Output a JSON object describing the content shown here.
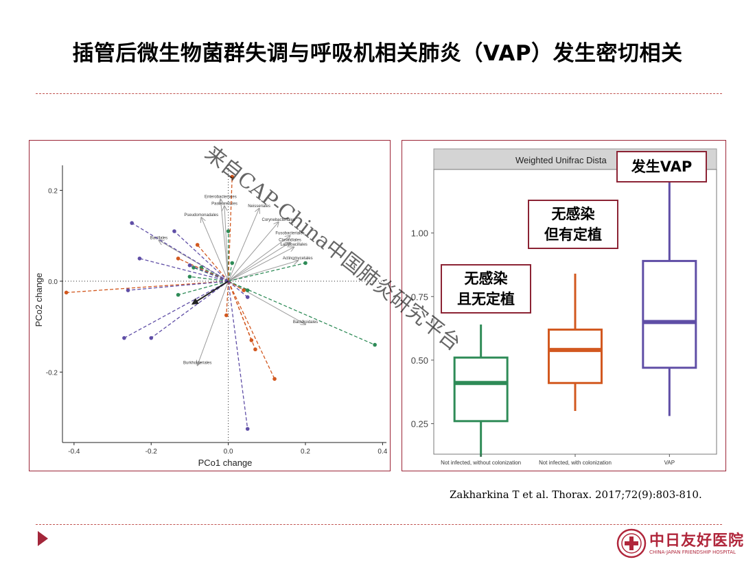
{
  "slide": {
    "title": "插管后微生物菌群失调与呼吸机相关肺炎（VAP）发生密切相关",
    "reference": "Zakharkina T et al. Thorax. 2017;72(9):803-810.",
    "watermark": "来自CAP-China中国肺炎研究平台",
    "logo_cn": "中日友好医院",
    "logo_en": "CHINA-JAPAN FRIENDSHIP HOSPITAL",
    "accent_color": "#a3263a"
  },
  "callouts": {
    "none": [
      "无感染",
      "且无定植"
    ],
    "colonized": [
      "无感染",
      "但有定植"
    ],
    "vap": "发生VAP"
  },
  "chart_data": [
    {
      "type": "scatter",
      "title": "",
      "xlabel": "PCo1 change",
      "ylabel": "PCo2 change",
      "xlim": [
        -0.43,
        0.41
      ],
      "ylim": [
        -0.355,
        0.255
      ],
      "xticks": [
        -0.4,
        -0.2,
        0.0,
        0.2,
        0.4
      ],
      "yticks": [
        0.2,
        0.0,
        -0.2
      ],
      "xtick_labels": [
        "-0.4",
        "-0.2",
        "0.0",
        "0.2",
        "0.4"
      ],
      "ytick_labels": [
        "0.2",
        "0.0",
        "-0.2"
      ],
      "reference_lines": {
        "x": 0,
        "y": 0
      },
      "series": [
        {
          "color": "#2e8b57",
          "points": [
            [
              0.0,
              0.11
            ],
            [
              0.01,
              0.04
            ],
            [
              -0.07,
              0.03
            ],
            [
              0.2,
              0.04
            ],
            [
              -0.1,
              0.01
            ],
            [
              0.05,
              -0.02
            ],
            [
              -0.13,
              -0.03
            ],
            [
              0.38,
              -0.14
            ],
            [
              -0.09,
              0.03
            ]
          ]
        },
        {
          "color": "#d2581f",
          "points": [
            [
              0.01,
              0.23
            ],
            [
              -0.08,
              0.08
            ],
            [
              -0.13,
              0.05
            ],
            [
              -0.42,
              -0.025
            ],
            [
              -0.005,
              -0.075
            ],
            [
              0.07,
              -0.15
            ],
            [
              0.12,
              -0.215
            ],
            [
              0.06,
              -0.13
            ],
            [
              0.04,
              -0.02
            ]
          ]
        },
        {
          "color": "#5f4ea6",
          "points": [
            [
              -0.25,
              0.128
            ],
            [
              -0.14,
              0.11
            ],
            [
              -0.23,
              0.05
            ],
            [
              -0.26,
              -0.02
            ],
            [
              -0.27,
              -0.125
            ],
            [
              -0.2,
              -0.125
            ],
            [
              0.05,
              -0.325
            ],
            [
              0.05,
              -0.035
            ],
            [
              -0.1,
              0.035
            ]
          ]
        }
      ],
      "loadings": [
        {
          "label": "Enterobacteriales",
          "x": -0.02,
          "y": 0.18
        },
        {
          "label": "Pasteurellales",
          "x": -0.01,
          "y": 0.165
        },
        {
          "label": "Neisseriales",
          "x": 0.08,
          "y": 0.16
        },
        {
          "label": "Pseudomonadales",
          "x": -0.07,
          "y": 0.14
        },
        {
          "label": "Corynebacteriales",
          "x": 0.13,
          "y": 0.13
        },
        {
          "label": "Fusobacteriales",
          "x": 0.16,
          "y": 0.1
        },
        {
          "label": "Bacillales",
          "x": -0.18,
          "y": 0.09
        },
        {
          "label": "Clostridiales",
          "x": 0.16,
          "y": 0.085
        },
        {
          "label": "Lactobacillales",
          "x": 0.17,
          "y": 0.075
        },
        {
          "label": "Actinomycetales",
          "x": 0.18,
          "y": 0.045
        },
        {
          "label": "Bacteroidales",
          "x": 0.2,
          "y": -0.095
        },
        {
          "label": "Burkholderiales",
          "x": -0.08,
          "y": -0.185
        }
      ]
    },
    {
      "type": "box",
      "title": "Weighted Unifrac Dista",
      "xlabel": "",
      "ylabel": "",
      "ylim": [
        0.13,
        1.25
      ],
      "yticks": [
        1.0,
        0.75,
        0.5,
        0.25
      ],
      "ytick_labels": [
        "1.00",
        "0.75",
        "0.50",
        "0.25"
      ],
      "categories": [
        "Not infected, without colonization",
        "Not infected, with colonization",
        "VAP"
      ],
      "boxes": [
        {
          "category": "Not infected, without colonization",
          "color": "#2e8b57",
          "whisker_low": 0.12,
          "q1": 0.26,
          "median": 0.41,
          "q3": 0.51,
          "whisker_high": 0.64
        },
        {
          "category": "Not infected, with colonization",
          "color": "#d2581f",
          "whisker_low": 0.3,
          "q1": 0.41,
          "median": 0.54,
          "q3": 0.62,
          "whisker_high": 0.84
        },
        {
          "category": "VAP",
          "color": "#5f4ea6",
          "whisker_low": 0.28,
          "q1": 0.47,
          "median": 0.65,
          "q3": 0.89,
          "whisker_high": 1.2
        }
      ]
    }
  ]
}
